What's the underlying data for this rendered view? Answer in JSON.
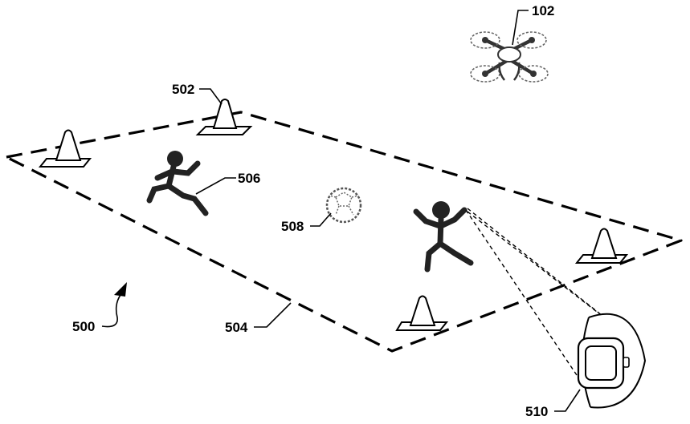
{
  "labels": {
    "drone": "102",
    "cone": "502",
    "field_boundary": "504",
    "player_kicking": "506",
    "ball": "508",
    "smartwatch": "510",
    "scene": "500"
  }
}
